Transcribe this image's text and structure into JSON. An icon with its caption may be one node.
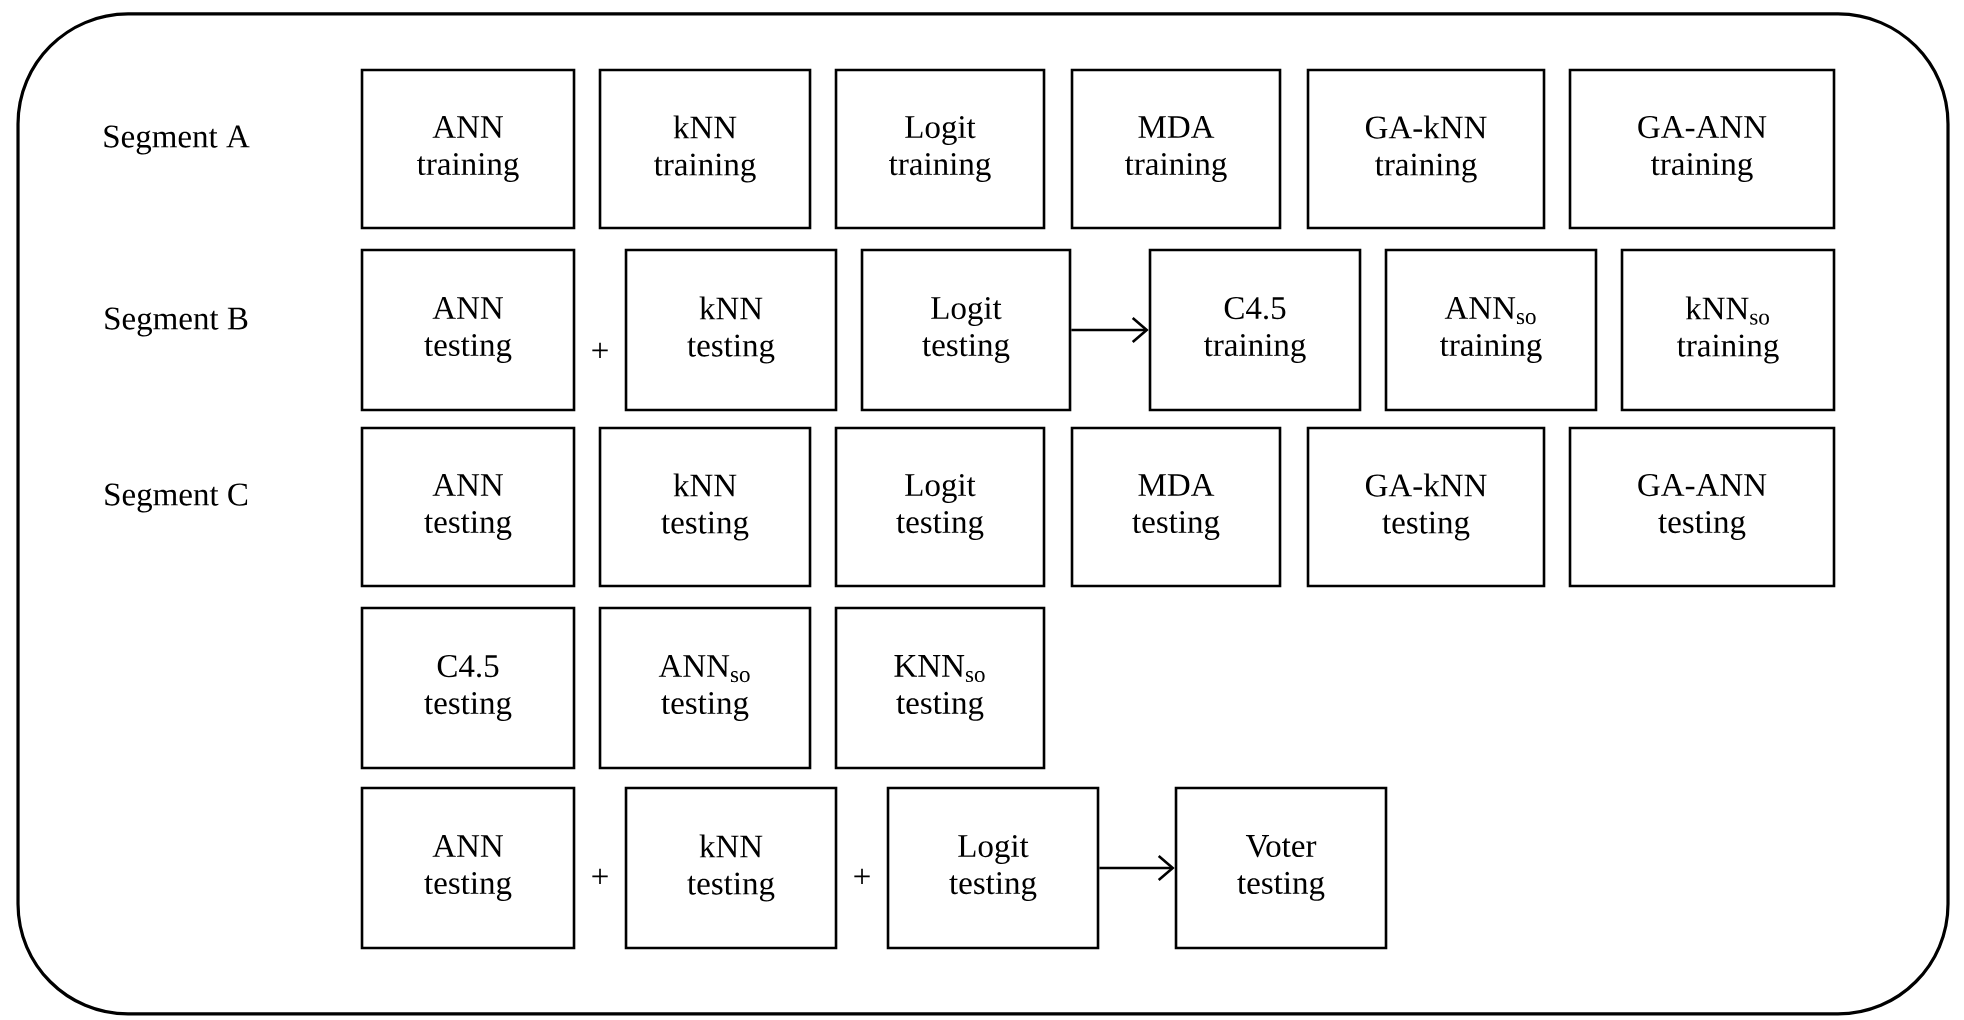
{
  "diagram": {
    "nodes": [
      {
        "text": [
          "ANN training"
        ]
      },
      {
        "text": [
          "kNN training"
        ]
      },
      {
        "text": [
          "Logit training"
        ]
      },
      {
        "text": [
          "MDA training"
        ]
      },
      {
        "text": [
          "GA-kNN training"
        ]
      },
      {
        "text": [
          "GA-ANN training"
        ]
      },
      {
        "text": [
          "ANN testing"
        ]
      },
      {
        "text": [
          "kNN testing"
        ]
      },
      {
        "text": [
          "Logit testing"
        ]
      },
      {
        "text": [
          "C4.5 training"
        ]
      },
      {
        "text": [
          "ANN$_{so}$ training"
        ]
      },
      {
        "text": [
          "kNN$_{so}$ training"
        ]
      },
      {
        "text": [
          "ANN testing"
        ]
      },
      {
        "text": [
          "kNN testing"
        ]
      },
      {
        "text": [
          "Logit testing"
        ]
      },
      {
        "text": [
          "MDA testing"
        ]
      },
      {
        "text": [
          "GA-kNN testing"
        ]
      },
      {
        "text": [
          "GA-ANN testing"
        ]
      },
      {
        "text": [
          "C4.5 testing"
        ]
      },
      {
        "text": [
          "ANN$_{so}$ testing"
        ]
      },
      {
        "text": [
          "KNN$_{so}$ testing"
        ]
      },
      {
        "text": [
          "ANN testing"
        ]
      },
      {
        "text": [
          "kNN testing"
        ]
      },
      {
        "text": [
          "Logit testing"
        ]
      },
      {
        "text": [
          "Voter testing"
        ]
      }
    ],
    "edges": [
      {
        "from": 8,
        "to": 9,
        "arrow": "to"
      },
      {
        "from": 23,
        "to": 24,
        "arrow": "to"
      }
    ],
    "labels": [
      "Segment A",
      "Segment B",
      "+",
      "Segment C",
      "+",
      "+"
    ]
  }
}
